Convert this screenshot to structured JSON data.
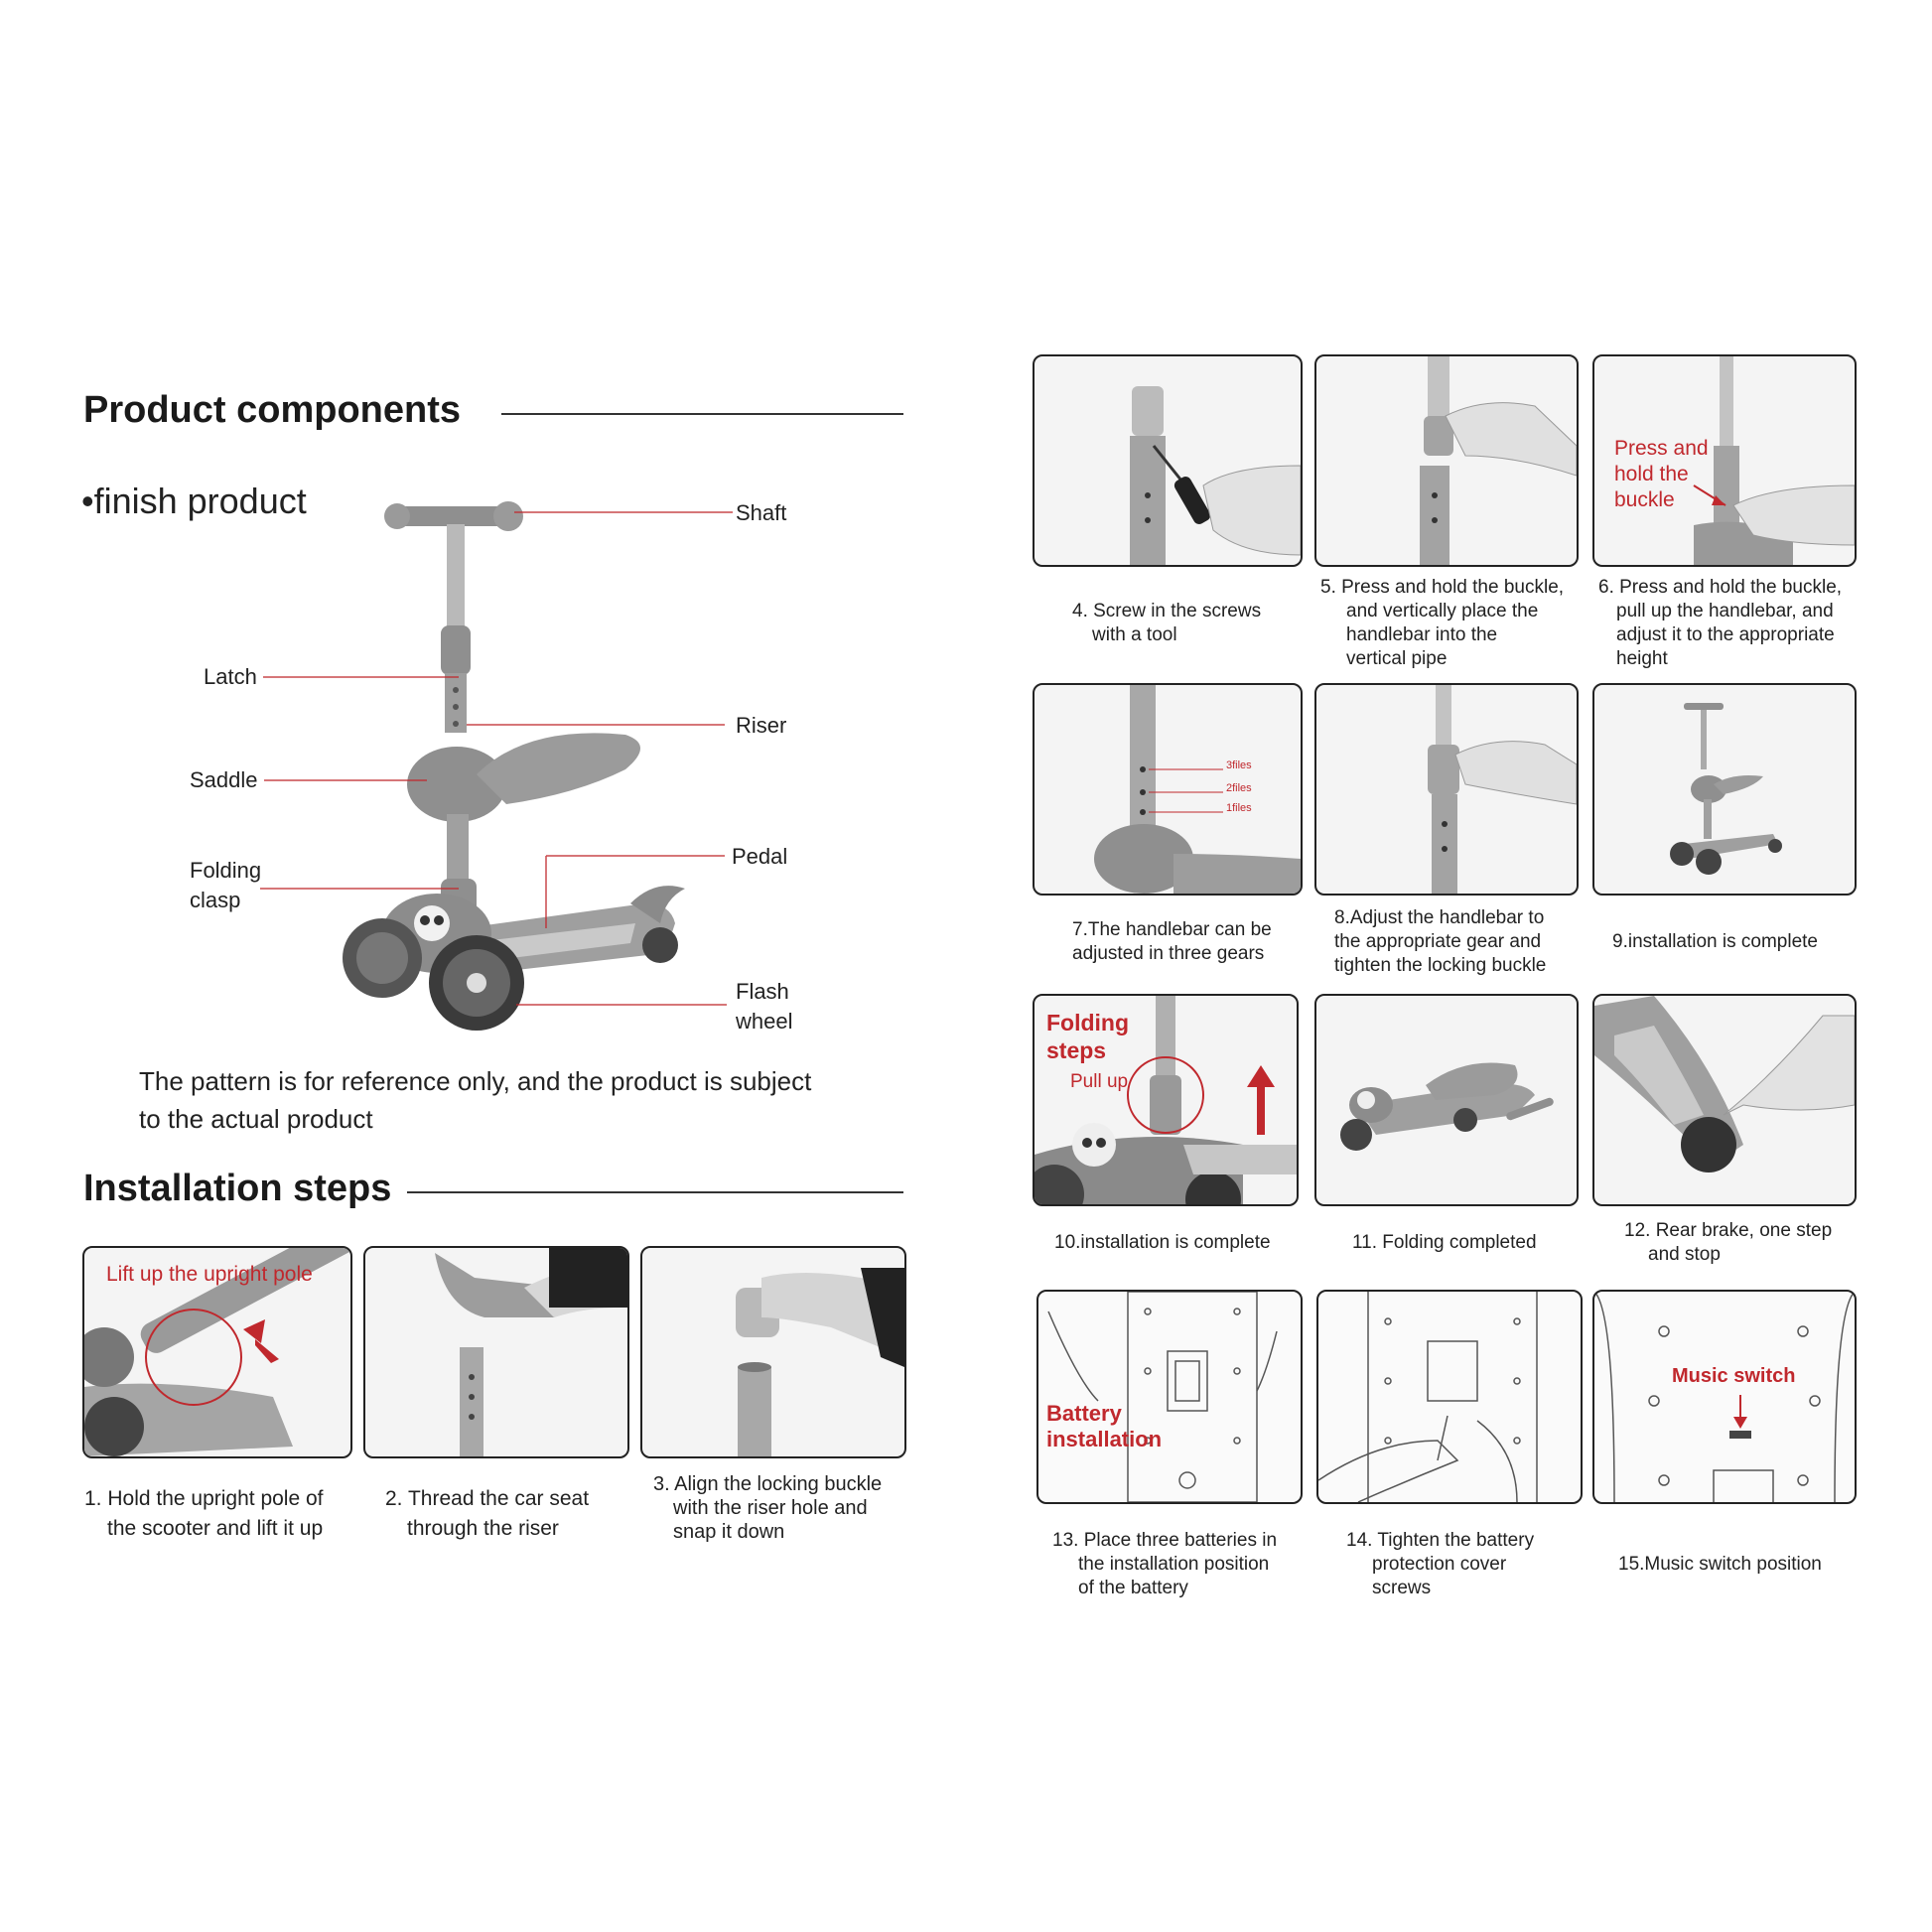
{
  "components": {
    "title": "Product components",
    "subtitle": "finish product",
    "labels": {
      "shaft": "Shaft",
      "latch": "Latch",
      "riser": "Riser",
      "saddle": "Saddle",
      "folding_clasp_1": "Folding",
      "folding_clasp_2": "clasp",
      "pedal": "Pedal",
      "flash_wheel_1": "Flash",
      "flash_wheel_2": "wheel"
    },
    "note_line1": "The pattern is for reference only, and the product is subject",
    "note_line2": "to the actual product"
  },
  "installation": {
    "title": "Installation steps"
  },
  "steps": {
    "s1": {
      "overlay": "Lift up the upright pole",
      "line1": "1. Hold the upright pole of",
      "line2": "the scooter and lift it up"
    },
    "s2": {
      "line1": "2. Thread the car seat",
      "line2": "through the riser"
    },
    "s3": {
      "line1": "3. Align the locking buckle",
      "line2": "with the riser hole and",
      "line3": "snap it down"
    },
    "s4": {
      "line1": "4. Screw in the screws",
      "line2": "with a tool"
    },
    "s5": {
      "line1": "5. Press and hold the buckle,",
      "line2": "and vertically place the",
      "line3": "handlebar into the",
      "line4": "vertical pipe"
    },
    "s6": {
      "overlay1": "Press and",
      "overlay2": "hold the",
      "overlay3": "buckle",
      "line1": "6. Press and hold the buckle,",
      "line2": "pull up the handlebar, and",
      "line3": "adjust it to the appropriate",
      "line4": "height"
    },
    "s7": {
      "gear1": "3files",
      "gear2": "2files",
      "gear3": "1files",
      "line1": "7.The handlebar can be",
      "line2": "adjusted in three gears"
    },
    "s8": {
      "line1": "8.Adjust the handlebar to",
      "line2": "the appropriate gear and",
      "line3": "tighten the locking buckle"
    },
    "s9": {
      "line1": "9.installation is complete"
    },
    "s10": {
      "overlay1": "Folding",
      "overlay2": "steps",
      "overlay3": "Pull up",
      "line1": "10.installation is complete"
    },
    "s11": {
      "line1": "11. Folding completed"
    },
    "s12": {
      "line1": "12. Rear brake, one step",
      "line2": "and stop"
    },
    "s13": {
      "overlay1": "Battery",
      "overlay2": "installation",
      "line1": "13. Place three batteries in",
      "line2": "the installation position",
      "line3": "of the battery"
    },
    "s14": {
      "line1": "14. Tighten the battery",
      "line2": "protection cover",
      "line3": "screws"
    },
    "s15": {
      "overlay": "Music switch",
      "line1": "15.Music switch position"
    }
  },
  "colors": {
    "accent_red": "#c0282d",
    "scooter_gray": "#8c8c8c",
    "text": "#222222"
  }
}
